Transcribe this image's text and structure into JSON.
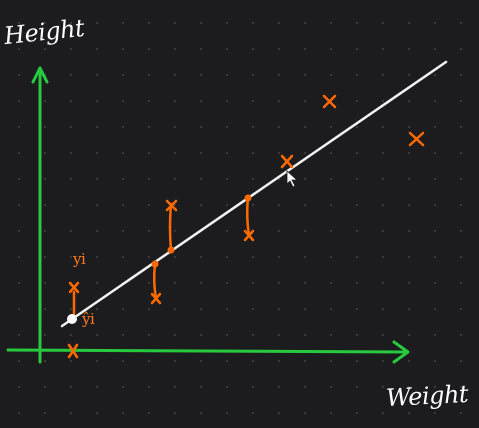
{
  "labels": {
    "y_axis": "Height",
    "x_axis": "Weight",
    "actual_point": "yi",
    "predicted_point": "ŷi"
  },
  "colors": {
    "background": "#1c1c1e",
    "axes": "#27c93f",
    "regression_line": "#f2f2f2",
    "data_points": "#ff6a00",
    "predicted_marker": "#ffffff",
    "cursor": "#ffffff"
  },
  "icons": {
    "cursor": "arrow-pointer-icon"
  }
}
